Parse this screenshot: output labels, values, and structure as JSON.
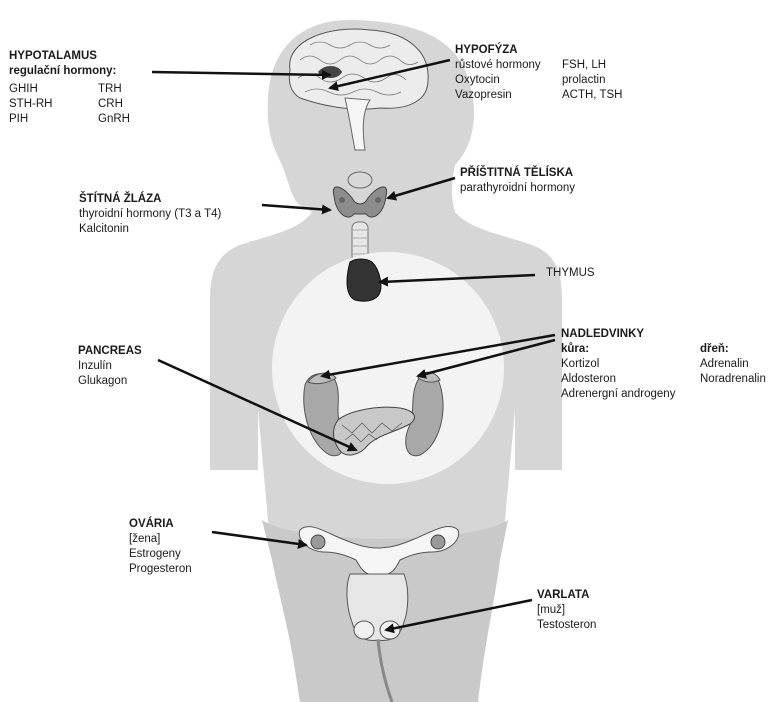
{
  "hypotalamus": {
    "title": "HYPOTALAMUS",
    "subtitle": "regulační hormony:",
    "col1": [
      "GHIH",
      "STH-RH",
      "PIH"
    ],
    "col2": [
      "TRH",
      "CRH",
      "GnRH"
    ]
  },
  "hypofyza": {
    "title": "HYPOFÝZA",
    "col1": [
      "růstové hormony",
      "Oxytocin",
      "Vazopresin"
    ],
    "col2": [
      "FSH, LH",
      "prolactin",
      "ACTH, TSH"
    ]
  },
  "pristitna": {
    "title": "PŘÍŠTITNÁ TĚLÍSKA",
    "lines": [
      "parathyroidní hormony"
    ]
  },
  "stitna": {
    "title": "ŠTÍTNÁ ŽLÁZA",
    "lines": [
      "thyroidní hormony (T3 a T4)",
      "Kalcitonin"
    ]
  },
  "thymus": {
    "title": "THYMUS"
  },
  "nadledvinky": {
    "title": "NADLEDVINKY",
    "kura_title": "kůra:",
    "kura": [
      "Kortizol",
      "Aldosteron",
      "Adrenergní androgeny"
    ],
    "dren_title": "dřeň:",
    "dren": [
      "Adrenalin",
      "Noradrenalin"
    ]
  },
  "pancreas": {
    "title": "PANCREAS",
    "lines": [
      "Inzulín",
      "Glukagon"
    ]
  },
  "ovaria": {
    "title": "OVÁRIA",
    "lines": [
      "[žena]",
      "Estrogeny",
      "Progesteron"
    ]
  },
  "varlata": {
    "title": "VARLATA",
    "lines": [
      "[muž]",
      "Testosteron"
    ]
  },
  "colors": {
    "body": "#d4d4d4",
    "body_dark": "#c2c2c2",
    "torso_light": "#f2f2f2",
    "organ": "#9a9a9a",
    "thymus": "#3a3a3a",
    "arrow": "#111111"
  }
}
